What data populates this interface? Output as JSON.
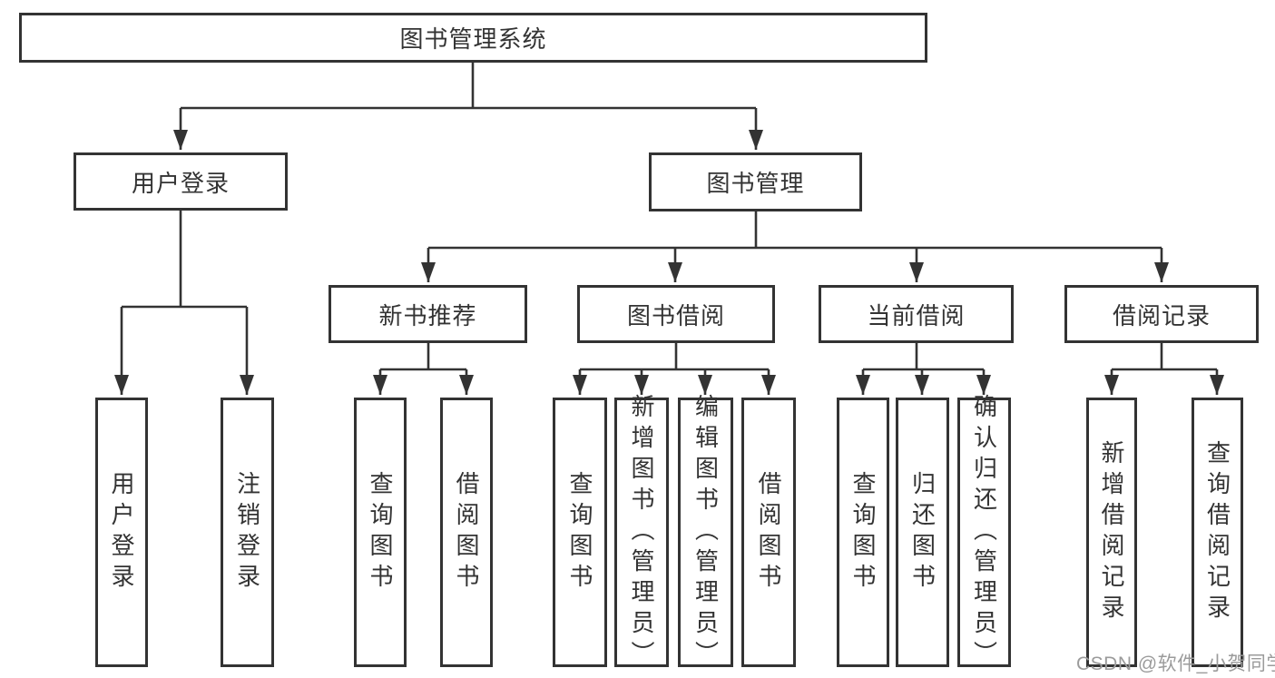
{
  "tree": {
    "label": "图书管理系统",
    "children": [
      {
        "label": "用户登录",
        "children": [
          {
            "label": "用户登录"
          },
          {
            "label": "注销登录"
          }
        ]
      },
      {
        "label": "图书管理",
        "children": [
          {
            "label": "新书推荐",
            "children": [
              {
                "label": "查询图书"
              },
              {
                "label": "借阅图书"
              }
            ]
          },
          {
            "label": "图书借阅",
            "children": [
              {
                "label": "查询图书"
              },
              {
                "label": "新增图书（管理员）"
              },
              {
                "label": "编辑图书（管理员）"
              },
              {
                "label": "借阅图书"
              }
            ]
          },
          {
            "label": "当前借阅",
            "children": [
              {
                "label": "查询图书"
              },
              {
                "label": "归还图书"
              },
              {
                "label": "确认归还（管理员）"
              }
            ]
          },
          {
            "label": "借阅记录",
            "children": [
              {
                "label": "新增借阅记录"
              },
              {
                "label": "查询借阅记录"
              }
            ]
          }
        ]
      }
    ]
  },
  "watermark": {
    "text": "CSDN @软件_小贺同学"
  },
  "colors": {
    "line": "#333333",
    "text": "#333333",
    "box_background": "#ffffff",
    "watermark": "#9b9b9b"
  }
}
